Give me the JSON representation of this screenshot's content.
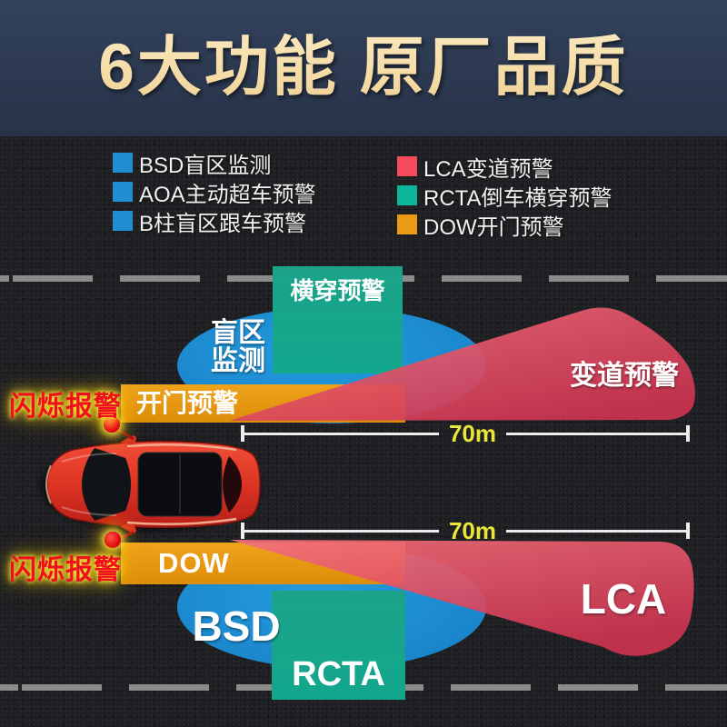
{
  "header": {
    "title": "6大功能 原厂品质"
  },
  "legend": {
    "items_left": [
      {
        "label": "BSD盲区监测",
        "color": "#1f8fd2"
      },
      {
        "label": "AOA主动超车预警",
        "color": "#1f8fd2"
      },
      {
        "label": "B柱盲区跟车预警",
        "color": "#1f8fd2"
      }
    ],
    "items_right": [
      {
        "label": "LCA变道预警",
        "color": "#f7495c"
      },
      {
        "label": "RCTA倒车横穿预警",
        "color": "#0db59a"
      },
      {
        "label": "DOW开门预警",
        "color": "#e99b16"
      }
    ]
  },
  "scene": {
    "cross_warning": "横穿预警",
    "blindspot_line1": "盲区",
    "blindspot_line2": "监测",
    "door_warning": "开门预警",
    "lane_change_warning": "变道预警",
    "distance_top": "70m",
    "distance_bottom": "70m",
    "flash_alert_top": "闪烁报警",
    "flash_alert_bottom": "闪烁报警",
    "dow_label": "DOW",
    "bsd_label": "BSD",
    "rcta_label": "RCTA",
    "lca_label": "LCA"
  },
  "colors": {
    "header_bg": "#2c3950",
    "gold_text": "#f5dca6",
    "road": "#1e1f22",
    "zone_blue": "#1c8ed6",
    "zone_teal": "#12a58c",
    "zone_orange": "#e09110",
    "zone_red": "#d84357",
    "distance_yellow": "#eae63a",
    "flash_red": "#ef0f1d"
  }
}
